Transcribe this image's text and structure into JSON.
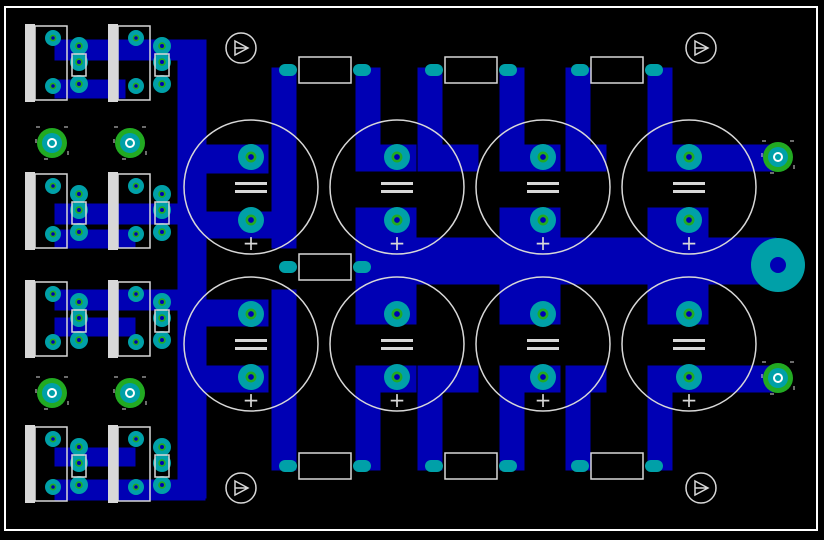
{
  "colors": {
    "background": "#000000",
    "trace": "#0000b4",
    "pad": "#00a0a8",
    "pad_ring": "#22aa22",
    "silk": "#d8d8d8",
    "outline": "#ffffff"
  },
  "capacitors": {
    "polarity_mark": "+",
    "count": 8
  },
  "icons": {
    "mounting_hole": "triangle-in-circle",
    "terminal": "square-pad"
  }
}
